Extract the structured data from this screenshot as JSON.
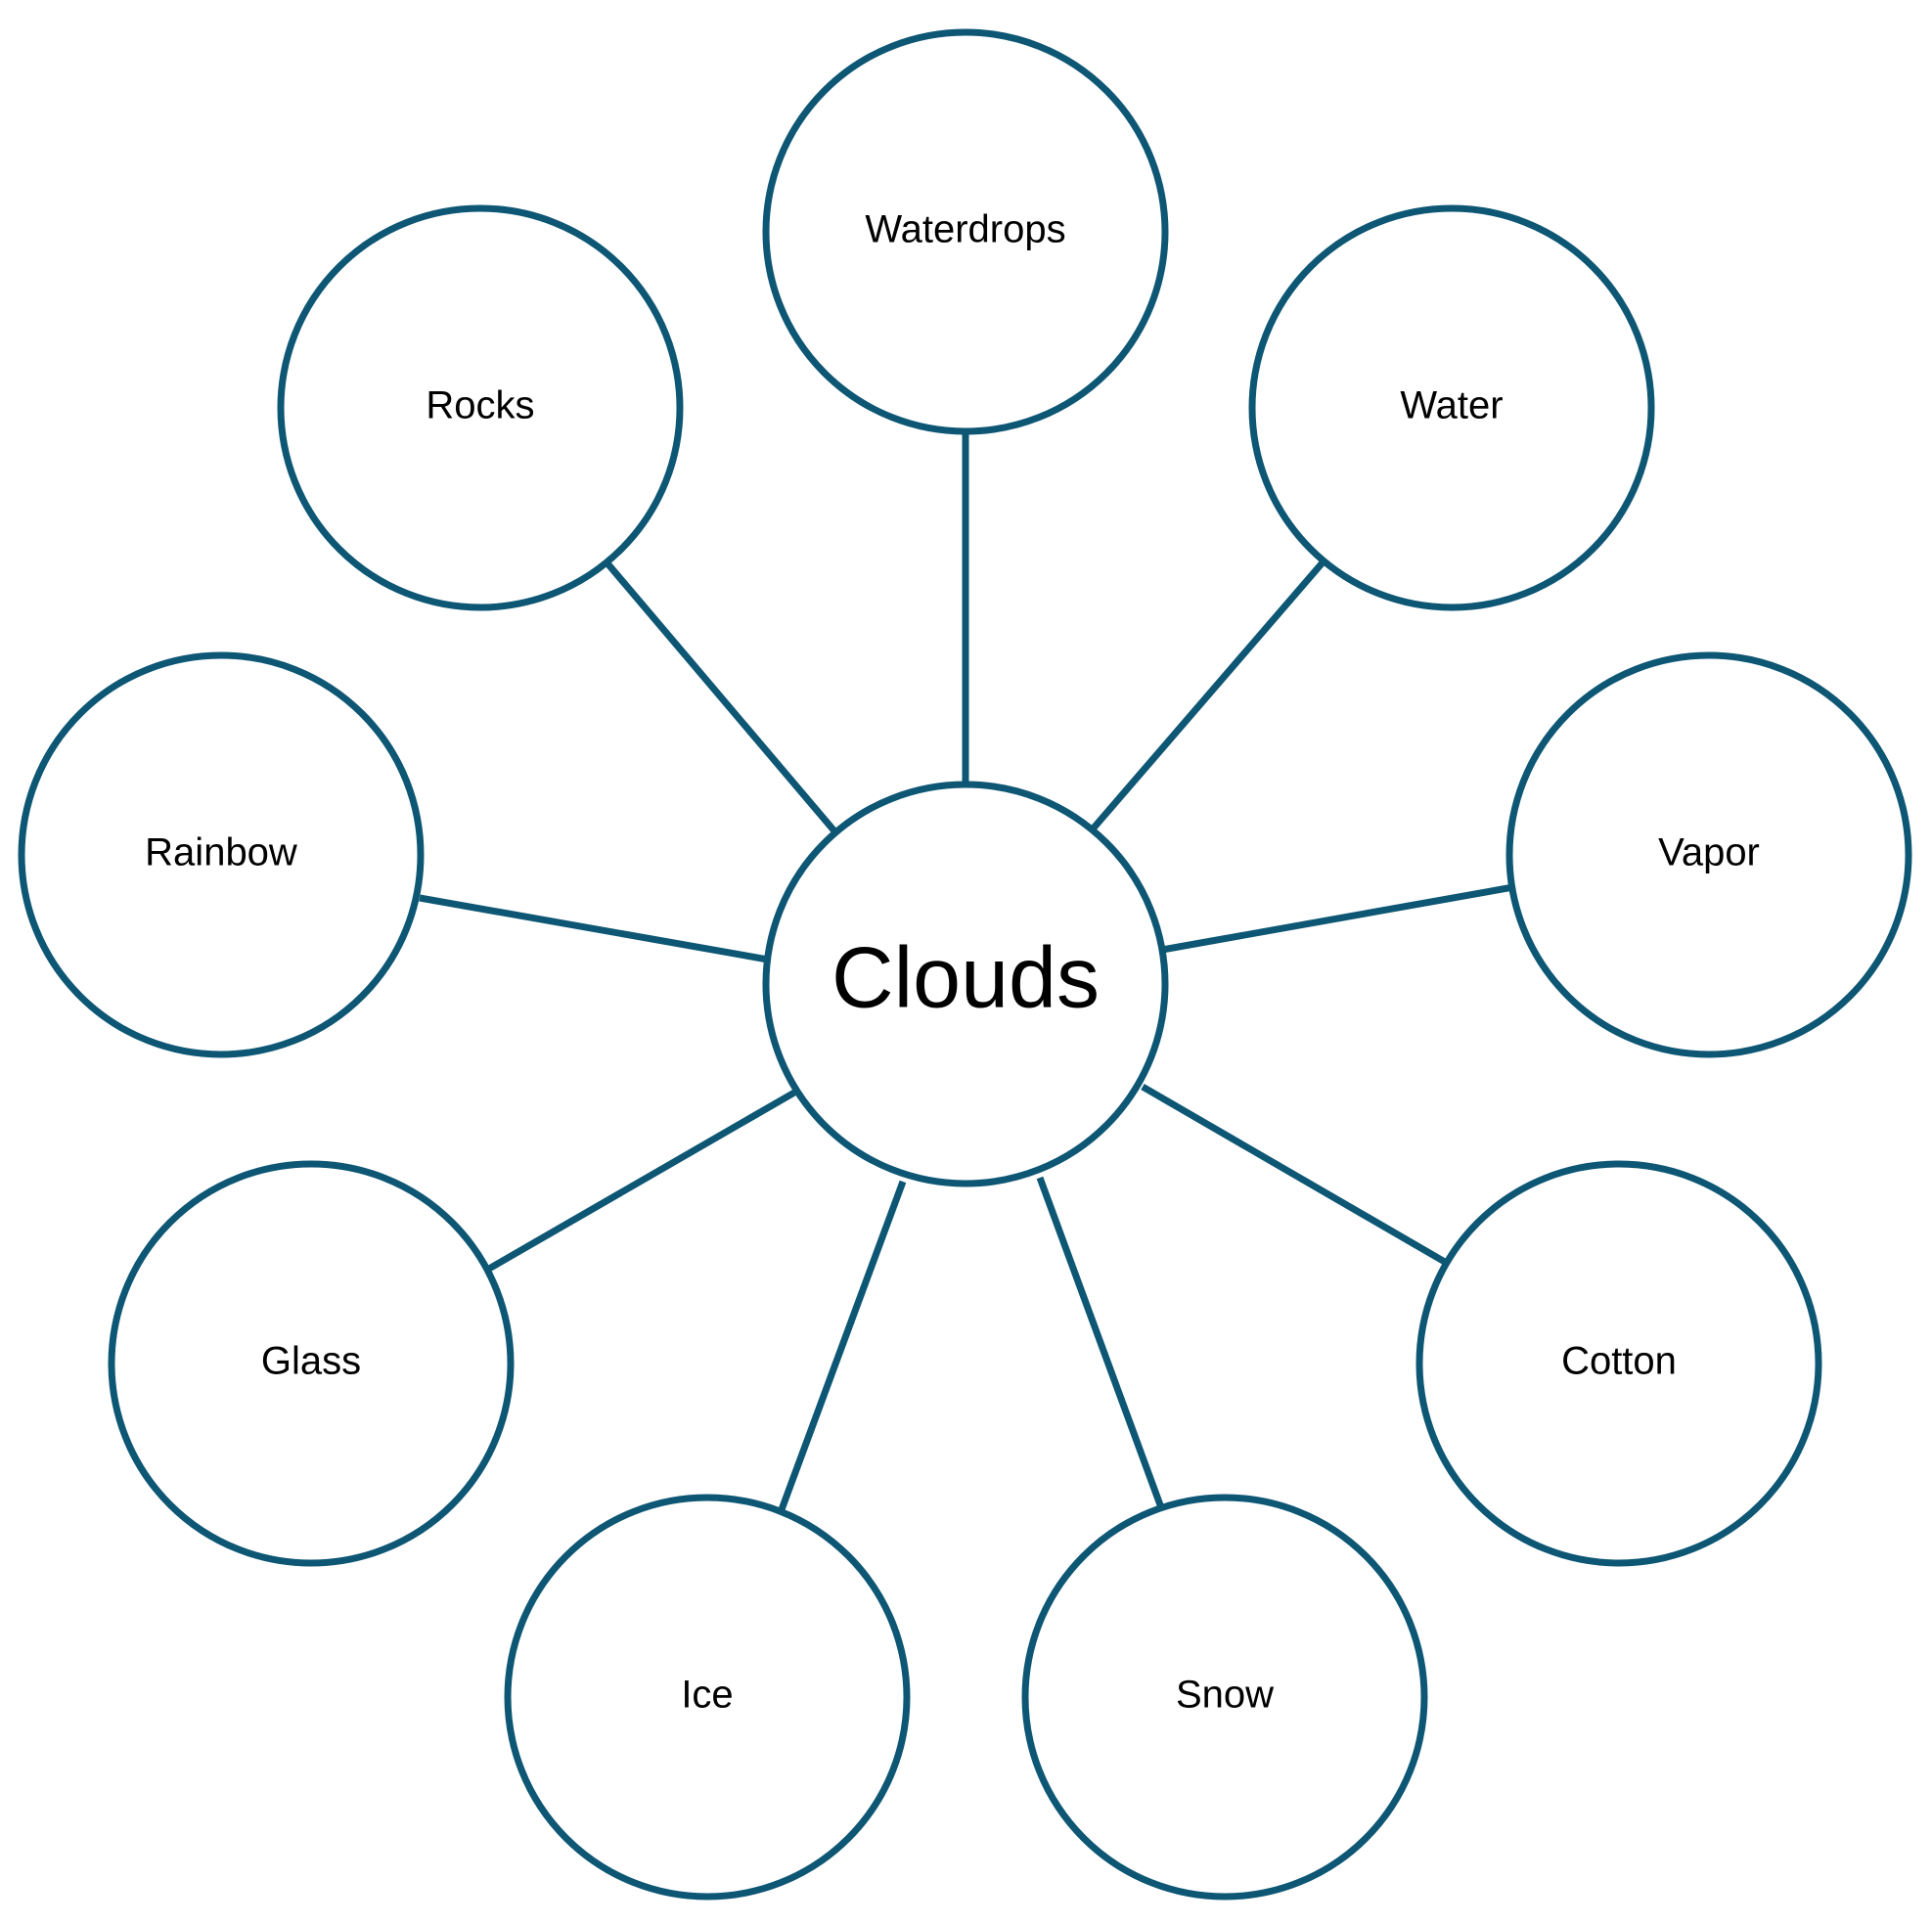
{
  "diagram": {
    "center": {
      "label": "Clouds"
    },
    "nodes": [
      {
        "id": "waterdrops",
        "label": "Waterdrops"
      },
      {
        "id": "water",
        "label": "Water"
      },
      {
        "id": "vapor",
        "label": "Vapor"
      },
      {
        "id": "cotton",
        "label": "Cotton"
      },
      {
        "id": "snow",
        "label": "Snow"
      },
      {
        "id": "ice",
        "label": "Ice"
      },
      {
        "id": "glass",
        "label": "Glass"
      },
      {
        "id": "rainbow",
        "label": "Rainbow"
      },
      {
        "id": "rocks",
        "label": "Rocks"
      }
    ]
  },
  "colors": {
    "stroke": "#0d5674",
    "text": "#000000",
    "background": "#ffffff"
  }
}
